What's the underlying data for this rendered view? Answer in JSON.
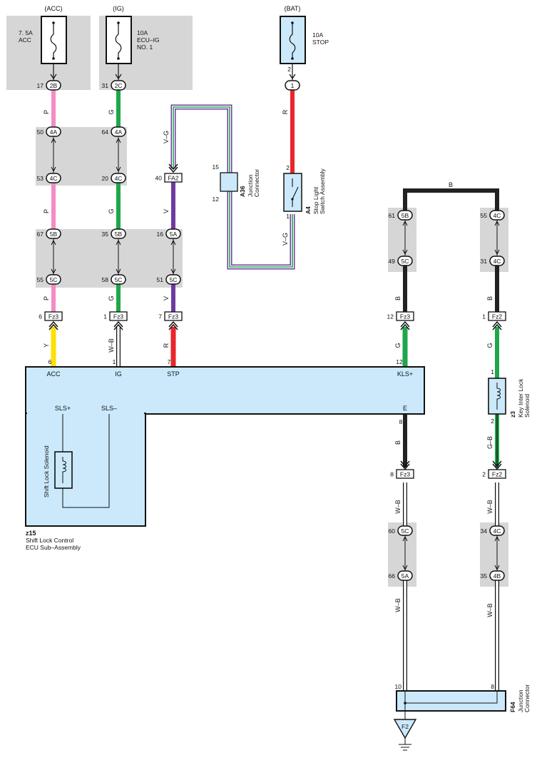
{
  "sources": {
    "acc": {
      "header": "(ACC)",
      "fuse_line1": "7. 5A",
      "fuse_line2": "ACC",
      "pin": "17",
      "conn": "2B"
    },
    "ig": {
      "header": "(IG)",
      "fuse_line1": "10A",
      "fuse_line2": "ECU–IG",
      "fuse_line3": "NO. 1",
      "pin": "31",
      "conn": "2C"
    },
    "bat": {
      "header": "(BAT)",
      "fuse_line1": "10A",
      "fuse_line2": "STOP",
      "pin": "2",
      "conn": "1"
    }
  },
  "wires": {
    "p": "P",
    "g": "G",
    "v": "V",
    "vg": "V–G",
    "r": "R",
    "y": "Y",
    "wb": "W–B",
    "b": "B",
    "gb": "G–B"
  },
  "junctions": {
    "acc_4a": {
      "pin": "50",
      "conn": "4A"
    },
    "acc_4c": {
      "pin": "53",
      "conn": "4C"
    },
    "acc_5b": {
      "pin": "67",
      "conn": "5B"
    },
    "acc_5c": {
      "pin": "55",
      "conn": "5C"
    },
    "ig_4a": {
      "pin": "64",
      "conn": "4A"
    },
    "ig_4c": {
      "pin": "20",
      "conn": "4C"
    },
    "ig_5b": {
      "pin": "35",
      "conn": "5B"
    },
    "ig_5c": {
      "pin": "58",
      "conn": "5C"
    },
    "stp_5a": {
      "pin": "16",
      "conn": "5A"
    },
    "stp_5c": {
      "pin": "51",
      "conn": "5C"
    },
    "fa2": {
      "pin": "40",
      "conn": "FA2"
    },
    "kls_5b": {
      "pin": "61",
      "conn": "5B"
    },
    "kls_5c": {
      "pin": "49",
      "conn": "5C"
    },
    "r_4c_top": {
      "pin": "55",
      "conn": "4C"
    },
    "r_4c_bot": {
      "pin": "31",
      "conn": "4C"
    },
    "e_5c": {
      "pin": "60",
      "conn": "5C"
    },
    "e_5a": {
      "pin": "66",
      "conn": "5A"
    },
    "r2_4c": {
      "pin": "34",
      "conn": "4C"
    },
    "r2_4b": {
      "pin": "35",
      "conn": "4B"
    }
  },
  "connectors": {
    "fz3_acc": {
      "pin": "6",
      "conn": "Fz3"
    },
    "fz3_ig": {
      "pin": "1",
      "conn": "Fz3"
    },
    "fz3_stp": {
      "pin": "7",
      "conn": "Fz3"
    },
    "fz3_kls": {
      "pin": "12",
      "conn": "Fz3"
    },
    "fz2_top": {
      "pin": "1",
      "conn": "Fz2"
    },
    "fz3_e": {
      "pin": "8",
      "conn": "Fz3"
    },
    "fz2_bot": {
      "pin": "2",
      "conn": "Fz2"
    }
  },
  "a36": {
    "pin_top": "15",
    "pin_bot": "12",
    "id": "A36",
    "line1": "Junction",
    "line2": "Connector"
  },
  "a4": {
    "pin_top": "2",
    "pin_bot": "1",
    "id": "A4",
    "line1": "Stop Light",
    "line2": "Switch Assembly"
  },
  "ecu": {
    "pins": {
      "acc": "6",
      "ig": "1",
      "stp": "7",
      "kls": "12",
      "e": "8"
    },
    "terminals": {
      "acc": "ACC",
      "ig": "IG",
      "stp": "STP",
      "kls": "KLS+",
      "e": "E",
      "sls_plus": "SLS+",
      "sls_minus": "SLS–"
    },
    "solenoid": "Shift Lock Solenoid",
    "id": "z15",
    "name_line1": "Shift Lock Control",
    "name_line2": "ECU Sub–Assembly"
  },
  "z3": {
    "pin_top": "1",
    "pin_bot": "2",
    "id": "z3",
    "line1": "Key Inter Lock",
    "line2": "Solenoid"
  },
  "f64": {
    "pin_left": "10",
    "pin_right": "8",
    "id": "F64",
    "line1": "Junction",
    "line2": "Connector"
  },
  "ground": "F2",
  "colors": {
    "pink": "#f48cc4",
    "green": "#1fa64a",
    "violet": "#6f3aa0",
    "red": "#e8262b",
    "yellow": "#ffe000",
    "black": "#222222",
    "gray_box": "#d6d6d6",
    "blue_box": "#cbe9fb"
  }
}
